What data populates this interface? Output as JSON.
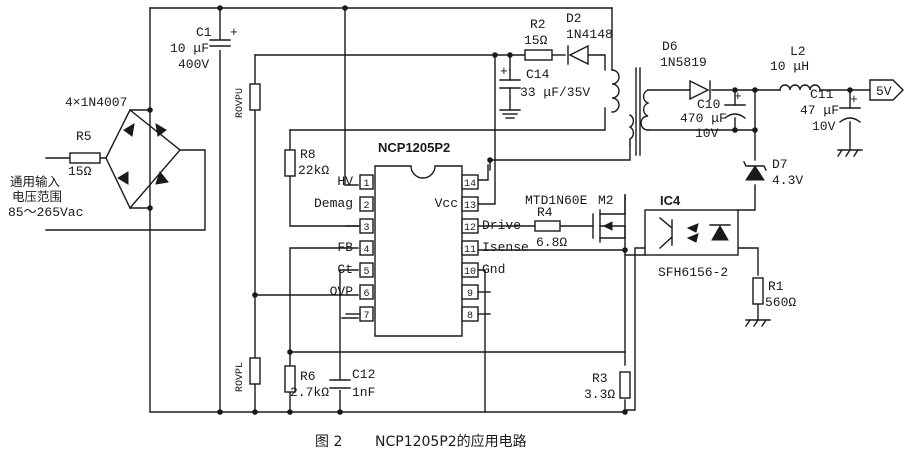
{
  "caption": {
    "figure": "图 2",
    "title": "NCP1205P2的应用电路"
  },
  "ic": {
    "name": "NCP1205P2",
    "pins_left": [
      {
        "num": "1",
        "label": "HV"
      },
      {
        "num": "2",
        "label": "Demag"
      },
      {
        "num": "3",
        "label": ""
      },
      {
        "num": "4",
        "label": "FB"
      },
      {
        "num": "5",
        "label": "Ct"
      },
      {
        "num": "6",
        "label": "OVP"
      },
      {
        "num": "7",
        "label": ""
      }
    ],
    "pins_right": [
      {
        "num": "14",
        "label": ""
      },
      {
        "num": "13",
        "label": "Vcc"
      },
      {
        "num": "12",
        "label": "Drive"
      },
      {
        "num": "11",
        "label": "Isense"
      },
      {
        "num": "10",
        "label": "Gnd"
      },
      {
        "num": "9",
        "label": ""
      },
      {
        "num": "8",
        "label": ""
      }
    ]
  },
  "input": {
    "line1": "通用输入",
    "line2": "电压范围",
    "line3": "85～265Vac"
  },
  "components": {
    "bridge": "4×1N4007",
    "r5": {
      "ref": "R5",
      "value": "15Ω"
    },
    "c1": {
      "ref": "C1",
      "value": "10 μF",
      "voltage": "400V"
    },
    "r2": {
      "ref": "R2",
      "value": "15Ω"
    },
    "d2": {
      "ref": "D2",
      "value": "1N4148"
    },
    "c14": {
      "ref": "C14",
      "value": "33 μF/35V"
    },
    "d6": {
      "ref": "D6",
      "value": "1N5819"
    },
    "c10": {
      "ref": "C10",
      "value": "470 μF",
      "voltage": "10V"
    },
    "l2": {
      "ref": "L2",
      "value": "10 μH"
    },
    "c11": {
      "ref": "C11",
      "value": "47 μF",
      "voltage": "10V"
    },
    "d7": {
      "ref": "D7",
      "value": "4.3V"
    },
    "r8": {
      "ref": "R8",
      "value": "22kΩ"
    },
    "rovpu": "ROVPU",
    "rovpl": "ROVPL",
    "m2": {
      "ref": "M2",
      "part": "MTD1N60E"
    },
    "r4": {
      "ref": "R4",
      "value": "6.8Ω"
    },
    "ic4": {
      "ref": "IC4",
      "part": "SFH6156-2"
    },
    "r1": {
      "ref": "R1",
      "value": "560Ω"
    },
    "r6": {
      "ref": "R6",
      "value": "2.7kΩ"
    },
    "c12": {
      "ref": "C12",
      "value": "1nF"
    },
    "r3": {
      "ref": "R3",
      "value": "3.3Ω"
    }
  },
  "output": {
    "label": "5V"
  }
}
